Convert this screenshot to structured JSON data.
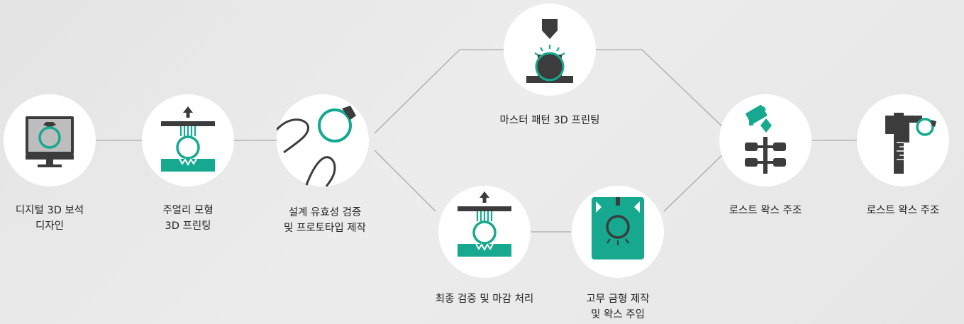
{
  "colors": {
    "teal": "#16a98f",
    "dark": "#3c3c3c",
    "screen": "#bdbdbd",
    "line": "#b5b5b5",
    "circle": "#ffffff"
  },
  "steps": [
    {
      "label": "디지털 3D 보석\n디자인",
      "icon": "monitor-ring-icon"
    },
    {
      "label": "주얼리 모형\n3D 프린팅",
      "icon": "resin-printer-icon"
    },
    {
      "label": "설계 유효성 검증\n및 프로토타입 제작",
      "icon": "hand-ring-icon"
    },
    {
      "label": "마스터 패턴 3D 프린팅",
      "icon": "extruder-printer-icon"
    },
    {
      "label": "최종 검증 및 마감 처리",
      "icon": "resin-printer-icon"
    },
    {
      "label": "고무 금형 제작\n및 왁스 주입",
      "icon": "rubber-mold-icon"
    },
    {
      "label": "로스트 왁스 주조",
      "icon": "casting-tree-icon"
    },
    {
      "label": "로스트 왁스 주조",
      "icon": "caliper-ring-icon"
    }
  ]
}
